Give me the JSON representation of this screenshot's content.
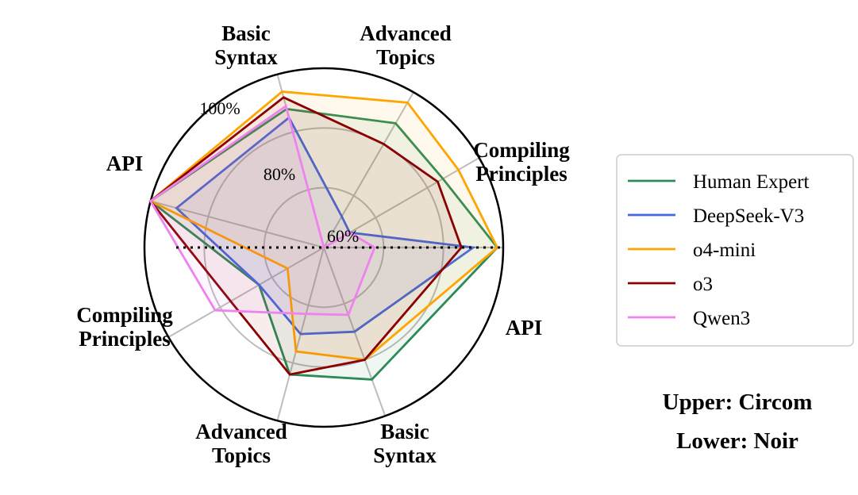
{
  "chart_data": {
    "type": "radar",
    "rlim": [
      40,
      100
    ],
    "r_ticks": [
      {
        "value": 60,
        "label": "60%"
      },
      {
        "value": 80,
        "label": "80%"
      },
      {
        "value": 100,
        "label": "100%"
      }
    ],
    "axes": [
      {
        "label": "API",
        "angle": 0
      },
      {
        "label": "Compiling Principles",
        "angle": 30
      },
      {
        "label": "Advanced Topics",
        "angle": 60
      },
      {
        "label": "Basic Syntax",
        "angle": 105
      },
      {
        "label": "API",
        "angle": 165
      },
      {
        "label": "Compiling Principles",
        "angle": 210
      },
      {
        "label": "Advanced Topics",
        "angle": 255
      },
      {
        "label": "Basic Syntax",
        "angle": 290
      }
    ],
    "divider": "dotted horizontal line separating upper and lower halves",
    "series": [
      {
        "name": "Human Expert",
        "color": "#2e8b57",
        "values": [
          98,
          86,
          88,
          88,
          100,
          65,
          84,
          87
        ]
      },
      {
        "name": "DeepSeek-V3",
        "color": "#4169e1",
        "values": [
          90,
          50,
          52,
          85,
          91,
          65,
          70,
          70
        ]
      },
      {
        "name": "o4-mini",
        "color": "#ffa500",
        "values": [
          98,
          92,
          96,
          94,
          100,
          54,
          76,
          80
        ]
      },
      {
        "name": "o3",
        "color": "#8b0000",
        "values": [
          86,
          84,
          80,
          92,
          100,
          76,
          84,
          80
        ]
      },
      {
        "name": "Qwen3",
        "color": "#ee82ee",
        "values": [
          57,
          50,
          40,
          89,
          100,
          82,
          63,
          64
        ]
      }
    ],
    "legend_position": "right"
  },
  "legend": {
    "items": [
      {
        "name": "Human Expert",
        "color": "#2e8b57"
      },
      {
        "name": "DeepSeek-V3",
        "color": "#4169e1"
      },
      {
        "name": "o4-mini",
        "color": "#ffa500"
      },
      {
        "name": "o3",
        "color": "#8b0000"
      },
      {
        "name": "Qwen3",
        "color": "#ee82ee"
      }
    ]
  },
  "notes": {
    "upper": "Upper: Circom",
    "lower": "Lower: Noir"
  }
}
